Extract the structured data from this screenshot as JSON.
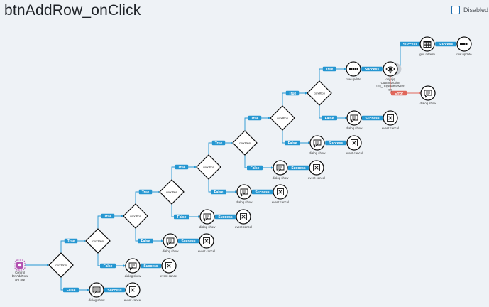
{
  "page": {
    "title": "btnAddRow_onClick",
    "disabled_label": "Disabled"
  },
  "colors": {
    "connector": "#2496d1",
    "label_bg": "#2496d1",
    "label_text": "#ffffff",
    "node_stroke": "#111111",
    "node_fill": "#ffffff",
    "error": "#e0665a",
    "trigger": "#b24fb0"
  },
  "nodes": [
    {
      "id": "trigger",
      "kind": "trigger",
      "icon": "trigger-icon",
      "label": "Control btnAddRow onClick"
    },
    {
      "id": "c1",
      "kind": "condition",
      "text": "condition"
    },
    {
      "id": "d1",
      "kind": "action",
      "icon": "dialog-icon",
      "label": "dialog show"
    },
    {
      "id": "e1",
      "kind": "action",
      "icon": "close-box-icon",
      "label": "event cancel"
    },
    {
      "id": "c2",
      "kind": "condition",
      "text": "condition"
    },
    {
      "id": "d2",
      "kind": "action",
      "icon": "dialog-icon",
      "label": "dialog show"
    },
    {
      "id": "e2",
      "kind": "action",
      "icon": "close-box-icon",
      "label": "event cancel"
    },
    {
      "id": "c3",
      "kind": "condition",
      "text": "condition"
    },
    {
      "id": "d3",
      "kind": "action",
      "icon": "dialog-icon",
      "label": "dialog show"
    },
    {
      "id": "e3",
      "kind": "action",
      "icon": "close-box-icon",
      "label": "event cancel"
    },
    {
      "id": "c4",
      "kind": "condition",
      "text": "condition"
    },
    {
      "id": "d4",
      "kind": "action",
      "icon": "dialog-icon",
      "label": "dialog show"
    },
    {
      "id": "e4",
      "kind": "action",
      "icon": "close-box-icon",
      "label": "event cancel"
    },
    {
      "id": "c5",
      "kind": "condition",
      "text": "condition"
    },
    {
      "id": "d5",
      "kind": "action",
      "icon": "dialog-icon",
      "label": "dialog show"
    },
    {
      "id": "e5",
      "kind": "action",
      "icon": "close-box-icon",
      "label": "event cancel"
    },
    {
      "id": "c6",
      "kind": "condition",
      "text": "condition"
    },
    {
      "id": "d6",
      "kind": "action",
      "icon": "dialog-icon",
      "label": "dialog show"
    },
    {
      "id": "e6",
      "kind": "action",
      "icon": "close-box-icon",
      "label": "event cancel"
    },
    {
      "id": "c7",
      "kind": "condition",
      "text": "condition"
    },
    {
      "id": "d7",
      "kind": "action",
      "icon": "dialog-icon",
      "label": "dialog show"
    },
    {
      "id": "e7",
      "kind": "action",
      "icon": "close-box-icon",
      "label": "event cancel"
    },
    {
      "id": "c8",
      "kind": "condition",
      "text": "condition"
    },
    {
      "id": "d8",
      "kind": "action",
      "icon": "dialog-icon",
      "label": "dialog show"
    },
    {
      "id": "e8",
      "kind": "action",
      "icon": "close-box-icon",
      "label": "event cancel"
    },
    {
      "id": "ru1",
      "kind": "action",
      "icon": "row-icon",
      "label": "row update"
    },
    {
      "id": "ca",
      "kind": "action",
      "icon": "eye-icon",
      "label": "obj-ajq CustomAction UD_DupeJobAdvent ory",
      "selected": true
    },
    {
      "id": "gr",
      "kind": "action",
      "icon": "grid-icon",
      "label": "grid refresh"
    },
    {
      "id": "ru2",
      "kind": "action",
      "icon": "row-icon",
      "label": "row update"
    },
    {
      "id": "d9",
      "kind": "action",
      "icon": "dialog-icon",
      "label": "dialog show"
    }
  ],
  "edges": [
    {
      "from": "trigger",
      "to": "c1",
      "label": ""
    },
    {
      "from": "c1",
      "to": "c2",
      "label": "True"
    },
    {
      "from": "c1",
      "to": "d1",
      "label": "False"
    },
    {
      "from": "d1",
      "to": "e1",
      "label": "Success"
    },
    {
      "from": "c2",
      "to": "c3",
      "label": "True"
    },
    {
      "from": "c2",
      "to": "d2",
      "label": "False"
    },
    {
      "from": "d2",
      "to": "e2",
      "label": "Success"
    },
    {
      "from": "c3",
      "to": "c4",
      "label": "True"
    },
    {
      "from": "c3",
      "to": "d3",
      "label": "False"
    },
    {
      "from": "d3",
      "to": "e3",
      "label": "Success"
    },
    {
      "from": "c4",
      "to": "c5",
      "label": "True"
    },
    {
      "from": "c4",
      "to": "d4",
      "label": "False"
    },
    {
      "from": "d4",
      "to": "e4",
      "label": "Success"
    },
    {
      "from": "c5",
      "to": "c6",
      "label": "True"
    },
    {
      "from": "c5",
      "to": "d5",
      "label": "False"
    },
    {
      "from": "d5",
      "to": "e5",
      "label": "Success"
    },
    {
      "from": "c6",
      "to": "c7",
      "label": "True"
    },
    {
      "from": "c6",
      "to": "d6",
      "label": "False"
    },
    {
      "from": "d6",
      "to": "e6",
      "label": "Success"
    },
    {
      "from": "c7",
      "to": "c8",
      "label": "True"
    },
    {
      "from": "c7",
      "to": "d7",
      "label": "False"
    },
    {
      "from": "d7",
      "to": "e7",
      "label": "Success"
    },
    {
      "from": "c8",
      "to": "ru1",
      "label": "True"
    },
    {
      "from": "c8",
      "to": "d8",
      "label": "False"
    },
    {
      "from": "d8",
      "to": "e8",
      "label": "Success"
    },
    {
      "from": "ru1",
      "to": "ca",
      "label": "Success"
    },
    {
      "from": "ca",
      "to": "gr",
      "label": "Success"
    },
    {
      "from": "gr",
      "to": "ru2",
      "label": "Success"
    },
    {
      "from": "ca",
      "to": "d9",
      "label": "Error",
      "kind": "error"
    }
  ]
}
